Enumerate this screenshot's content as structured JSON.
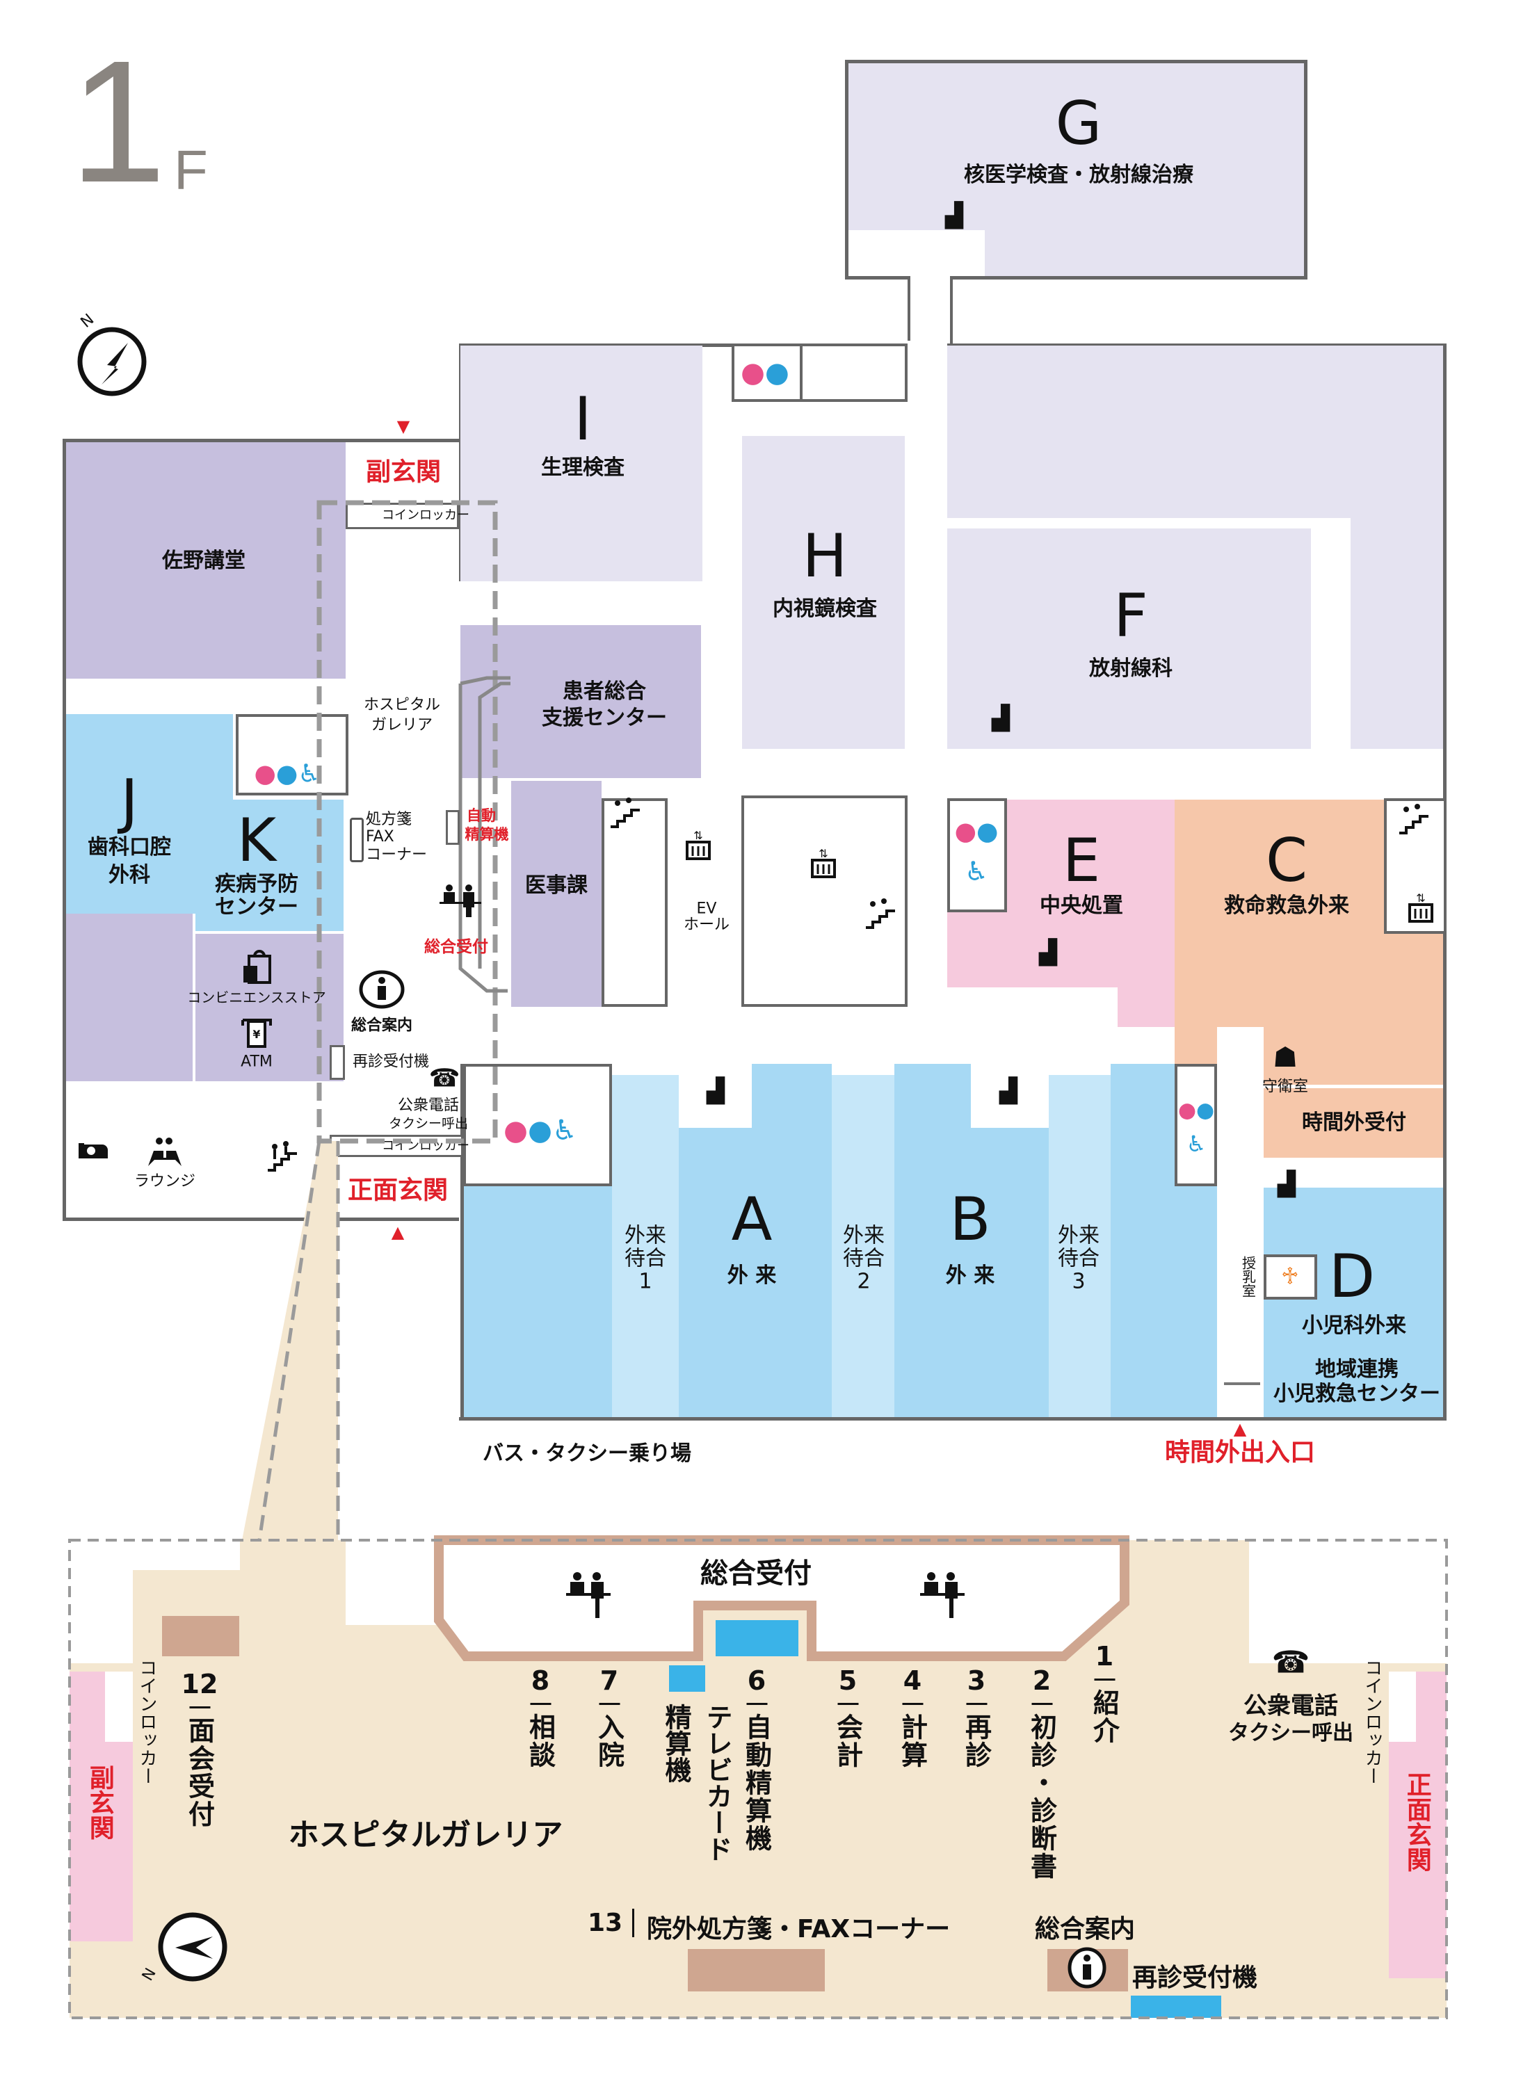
{
  "floor": {
    "number": "1",
    "letter": "F"
  },
  "compass": {
    "north_label": "N"
  },
  "departments": {
    "G": {
      "letter": "G",
      "name": "核医学検査・放射線治療"
    },
    "I": {
      "letter": "I",
      "name": "生理検査"
    },
    "H": {
      "letter": "H",
      "name": "内視鏡検査"
    },
    "F": {
      "letter": "F",
      "name": "放射線科"
    },
    "J": {
      "letter": "J",
      "name_line1": "歯科口腔",
      "name_line2": "外科"
    },
    "K": {
      "letter": "K",
      "name_line1": "疾病予防",
      "name_line2": "センター"
    },
    "E": {
      "letter": "E",
      "name": "中央処置"
    },
    "C": {
      "letter": "C",
      "name": "救命救急外来"
    },
    "A": {
      "letter": "A",
      "name": "外 来"
    },
    "B": {
      "letter": "B",
      "name": "外 来"
    },
    "D": {
      "letter": "D",
      "name": "小児科外来",
      "sub_line1": "地域連携",
      "sub_line2": "小児救急センター"
    }
  },
  "rooms": {
    "sano_hall": "佐野講堂",
    "patient_support_line1": "患者総合",
    "patient_support_line2": "支援センター",
    "medical_affairs": "医事課",
    "after_hours_reception": "時間外受付",
    "guard_room": "守衛室",
    "nursing_room": "授乳室",
    "convenience_store": "コンビニエンスストア",
    "atm": "ATM",
    "lounge": "ラウンジ",
    "ev_hall_line1": "EV",
    "ev_hall_line2": "ホール",
    "waiting": [
      {
        "line1": "外来",
        "line2": "待合",
        "num": "1"
      },
      {
        "line1": "外来",
        "line2": "待合",
        "num": "2"
      },
      {
        "line1": "外来",
        "line2": "待合",
        "num": "3"
      }
    ],
    "galleria_line1": "ホスピタル",
    "galleria_line2": "ガレリア",
    "fax_line1": "処方箋",
    "fax_line2": "FAX",
    "fax_line3": "コーナー",
    "auto_pay_line1": "自動",
    "auto_pay_line2": "精算機",
    "general_reception": "総合受付",
    "information": "総合案内",
    "revisit_machine": "再診受付機",
    "phone_line1": "公衆電話",
    "phone_line2": "タクシー呼出",
    "coin_locker": "コインロッカー"
  },
  "entrances": {
    "side": "副玄関",
    "main": "正面玄関",
    "after_hours": "時間外出入口",
    "bus_taxi": "バス・タクシー乗り場"
  },
  "detail": {
    "general_reception": "総合受付",
    "galleria": "ホスピタルガレリア",
    "counters": [
      {
        "num": "1",
        "label": "紹介"
      },
      {
        "num": "2",
        "label": "初診・診断書"
      },
      {
        "num": "3",
        "label": "再診"
      },
      {
        "num": "4",
        "label": "計算"
      },
      {
        "num": "5",
        "label": "会計"
      },
      {
        "num": "6",
        "label": "自動精算機"
      },
      {
        "num": "",
        "label_line1": "テレビカード",
        "label_line2": "精算機"
      },
      {
        "num": "7",
        "label": "入院"
      },
      {
        "num": "8",
        "label": "相談"
      },
      {
        "num": "12",
        "label": "面会受付"
      }
    ],
    "fax_num": "13",
    "fax_label": "院外処方箋・FAXコーナー",
    "information": "総合案内",
    "revisit_machine": "再診受付機",
    "phone_line1": "公衆電話",
    "phone_line2": "タクシー呼出",
    "coin_locker": "コインロッカー",
    "side_entrance": "副玄関",
    "main_entrance": "正面玄関"
  },
  "colors": {
    "light_lavender": "#e5e3f1",
    "purple": "#c6bfde",
    "blue": "#a7d9f4",
    "light_blue": "#c6e7f9",
    "pink": "#f6cadd",
    "peach": "#f6c7aa",
    "beige": "#f4e7d0",
    "brown": "#cfa690",
    "accent_red": "#e0202a"
  }
}
